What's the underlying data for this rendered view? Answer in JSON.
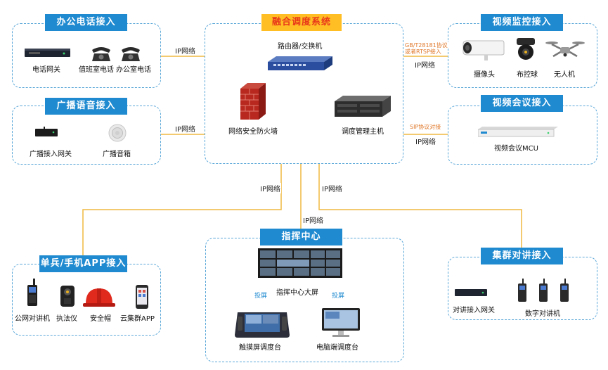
{
  "core": {
    "title": "融合调度系统",
    "router": "路由器/交换机",
    "firewall": "网络安全防火墙",
    "host": "调度管理主机"
  },
  "office_phone": {
    "title": "办公电话接入",
    "gateway": "电话网关",
    "duty_phone": "值班室电话",
    "office_phone": "办公室电话"
  },
  "broadcast": {
    "title": "广播语音接入",
    "gateway": "广播接入网关",
    "speaker": "广播音箱"
  },
  "video_monitor": {
    "title": "视频监控接入",
    "camera": "摄像头",
    "dome": "布控球",
    "drone": "无人机"
  },
  "video_conf": {
    "title": "视频会议接入",
    "mcu": "视频会议MCU"
  },
  "command": {
    "title": "指挥中心",
    "big_screen": "指挥中心大屏",
    "touch_console": "触摸屏调度台",
    "pc_console": "电脑端调度台",
    "cast_left": "投屏",
    "cast_right": "投屏"
  },
  "mobile": {
    "title": "单兵/手机APP接入",
    "public_radio": "公网对讲机",
    "recorder": "执法仪",
    "helmet": "安全帽",
    "cloud_app": "云集群APP"
  },
  "trunking": {
    "title": "集群对讲接入",
    "gateway": "对讲接入网关",
    "digital_radio": "数字对讲机"
  },
  "links": {
    "office_ip": "IP网络",
    "broadcast_ip": "IP网络",
    "monitor_protocol_1": "GB/T28181协议",
    "monitor_protocol_2": "或者RTSP接入",
    "monitor_ip": "IP网络",
    "conf_protocol": "SIP协议对接",
    "conf_ip": "IP网络",
    "mobile_ip": "IP网络",
    "command_ip": "IP网络",
    "trunking_ip": "IP网络"
  },
  "colors": {
    "header_blue": "#1f8ad0",
    "core_header_bg": "#ffbe24",
    "core_header_text": "#e8361a",
    "wire_orange": "#f0b840",
    "dash_border": "#5aa7d8"
  }
}
